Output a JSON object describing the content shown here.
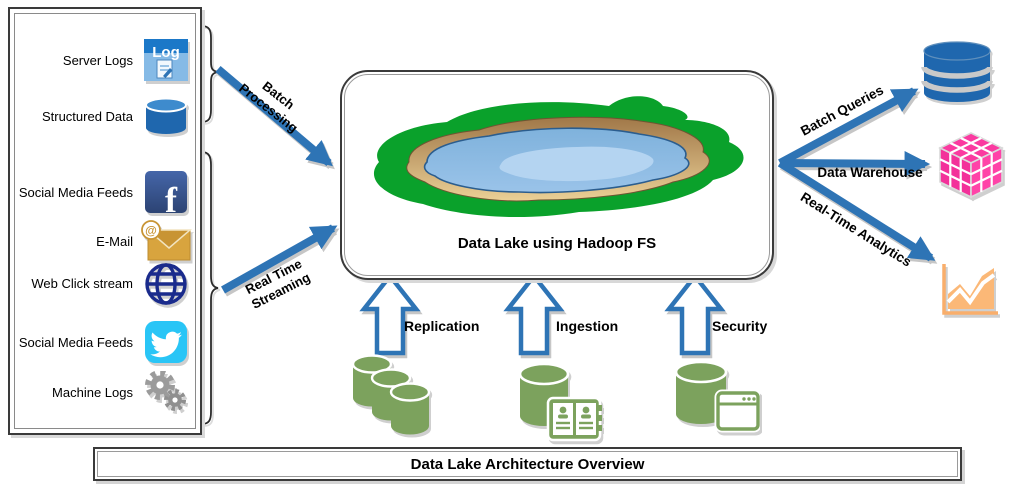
{
  "diagram_title": "Data Lake Architecture Overview",
  "center": {
    "label": "Data Lake using Hadoop FS"
  },
  "sources": {
    "batch_group": [
      {
        "label": "Server Logs",
        "icon": "log-icon"
      },
      {
        "label": "Structured Data",
        "icon": "database-icon"
      }
    ],
    "stream_group": [
      {
        "label": "Social Media Feeds",
        "icon": "facebook-icon"
      },
      {
        "label": "E-Mail",
        "icon": "email-icon"
      },
      {
        "label": "Web Click stream",
        "icon": "globe-icon"
      },
      {
        "label": "Social Media Feeds",
        "icon": "twitter-icon"
      },
      {
        "label": "Machine Logs",
        "icon": "gears-icon"
      }
    ]
  },
  "flows": {
    "batch": {
      "label": "Batch Processing"
    },
    "stream": {
      "label": "Real Time Streaming"
    }
  },
  "processes": [
    {
      "label": "Replication",
      "icon": "replication-cylinders-icon"
    },
    {
      "label": "Ingestion",
      "icon": "ingestion-cylinder-book-icon"
    },
    {
      "label": "Security",
      "icon": "security-cylinder-window-icon"
    }
  ],
  "outputs": [
    {
      "label": "Batch Queries",
      "icon": "database-stack-icon"
    },
    {
      "label": "Data Warehouse",
      "icon": "olap-cube-icon"
    },
    {
      "label": "Real-Time Analytics",
      "icon": "analytics-area-chart-icon"
    }
  ],
  "icons": {
    "log_text": "Log",
    "facebook_letter": "f",
    "email_at": "@"
  },
  "colors": {
    "arrow_blue": "#2E74B5",
    "cylinder_green": "#7CA25D",
    "database_blue": "#1F67AE",
    "cube_pink": "#FA3AA0",
    "chart_orange": "#FBB877",
    "lake_green": "#0AA12B"
  }
}
